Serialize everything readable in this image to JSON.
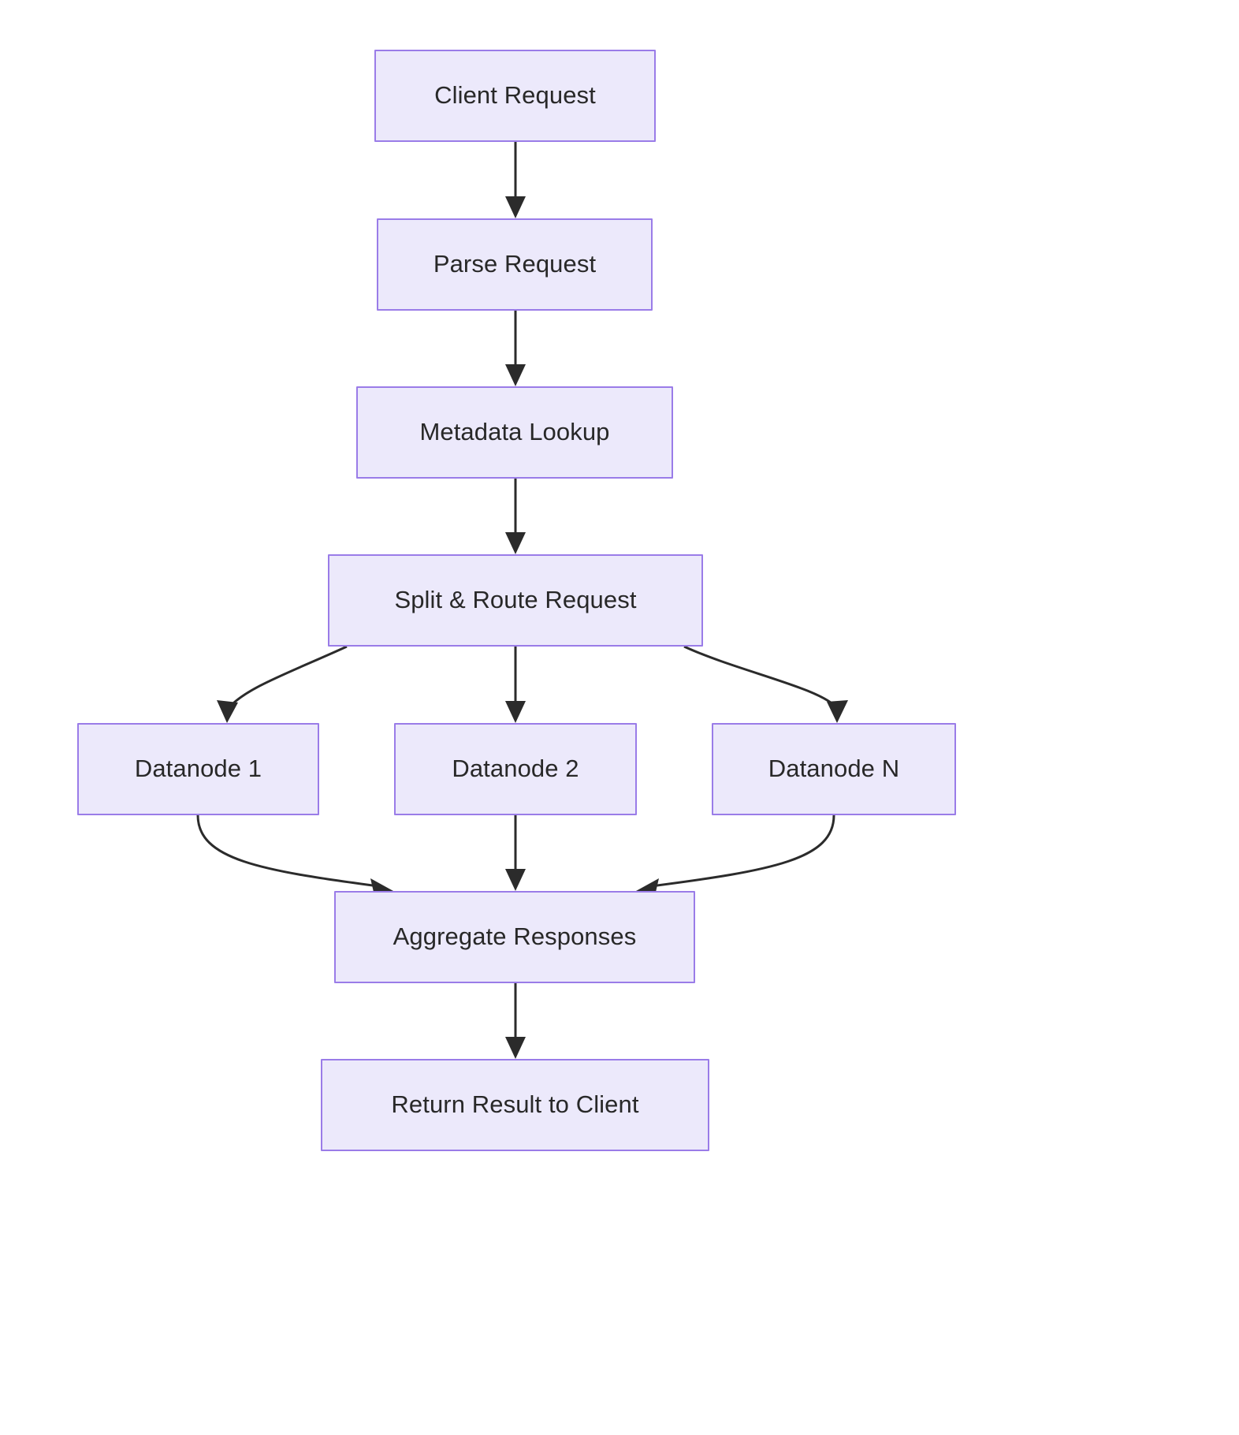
{
  "diagram": {
    "type": "flowchart",
    "direction": "top-to-bottom",
    "background_color": "#ffffff",
    "node_fill_color": "#ece9fb",
    "node_border_color": "#9a7ce8",
    "node_text_color": "#282828",
    "edge_color": "#2b2b2b",
    "nodes": [
      {
        "id": "client_request",
        "label": "Client Request"
      },
      {
        "id": "parse_request",
        "label": "Parse Request"
      },
      {
        "id": "metadata_lookup",
        "label": "Metadata Lookup"
      },
      {
        "id": "split_route",
        "label": "Split & Route Request"
      },
      {
        "id": "datanode_1",
        "label": "Datanode 1"
      },
      {
        "id": "datanode_2",
        "label": "Datanode 2"
      },
      {
        "id": "datanode_n",
        "label": "Datanode N"
      },
      {
        "id": "aggregate",
        "label": "Aggregate Responses"
      },
      {
        "id": "return_result",
        "label": "Return Result to Client"
      }
    ],
    "edges": [
      {
        "from": "client_request",
        "to": "parse_request",
        "label": ""
      },
      {
        "from": "parse_request",
        "to": "metadata_lookup",
        "label": ""
      },
      {
        "from": "metadata_lookup",
        "to": "split_route",
        "label": ""
      },
      {
        "from": "split_route",
        "to": "datanode_1",
        "label": ""
      },
      {
        "from": "split_route",
        "to": "datanode_2",
        "label": ""
      },
      {
        "from": "split_route",
        "to": "datanode_n",
        "label": ""
      },
      {
        "from": "datanode_1",
        "to": "aggregate",
        "label": ""
      },
      {
        "from": "datanode_2",
        "to": "aggregate",
        "label": ""
      },
      {
        "from": "datanode_n",
        "to": "aggregate",
        "label": ""
      },
      {
        "from": "aggregate",
        "to": "return_result",
        "label": ""
      }
    ]
  }
}
